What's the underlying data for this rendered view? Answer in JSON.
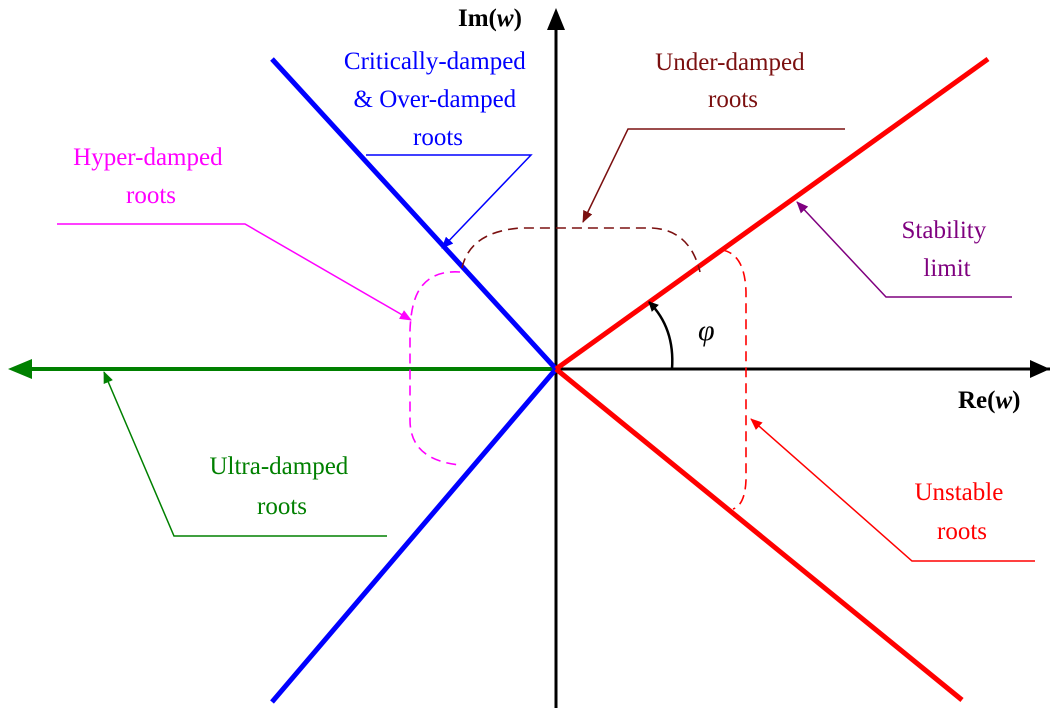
{
  "axes": {
    "im_prefix": "Im(",
    "im_var": "w",
    "im_suffix": ")",
    "re_prefix": "Re(",
    "re_var": "w",
    "re_suffix": ")"
  },
  "angle_symbol": "φ",
  "labels": {
    "critically_damped": {
      "line1": "Critically-damped",
      "line2": "& Over-damped",
      "line3": "roots"
    },
    "under_damped": {
      "line1": "Under-damped",
      "line2": "roots"
    },
    "hyper_damped": {
      "line1": "Hyper-damped",
      "line2": "roots"
    },
    "stability_limit": {
      "line1": "Stability",
      "line2": "limit"
    },
    "ultra_damped": {
      "line1": "Ultra-damped",
      "line2": "roots"
    },
    "unstable": {
      "line1": "Unstable",
      "line2": "roots"
    }
  },
  "colors": {
    "axis": "#000000",
    "critically_damped": "#0000ff",
    "under_damped": "#7b1010",
    "hyper_damped": "#ff00ff",
    "stability_limit": "#7f007f",
    "ultra_damped": "#008000",
    "unstable": "#ff0000"
  }
}
